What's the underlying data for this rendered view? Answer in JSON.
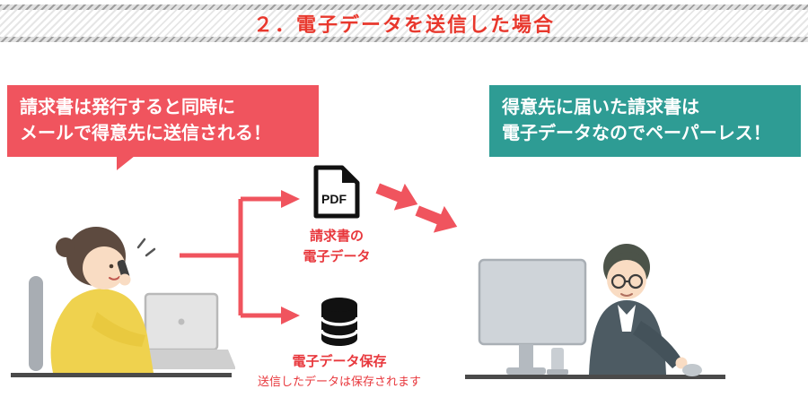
{
  "banner": {
    "title": "２．電子データを送信した場合"
  },
  "bubbles": {
    "left": {
      "line1": "請求書は発行すると同時に",
      "line2": "メールで得意先に送信される！"
    },
    "right": {
      "line1": "得意先に届いた請求書は",
      "line2": "電子データなのでペーパーレス！"
    }
  },
  "pdf": {
    "icon_label": "PDF",
    "caption_line1": "請求書の",
    "caption_line2": "電子データ"
  },
  "storage": {
    "title": "電子データ保存",
    "subtitle": "送信したデータは保存されます"
  },
  "colors": {
    "accent_red": "#f0545e",
    "title_red": "#e8382d",
    "caption_red": "#e8383d",
    "teal": "#2e9c94",
    "icon_black": "#111111"
  }
}
